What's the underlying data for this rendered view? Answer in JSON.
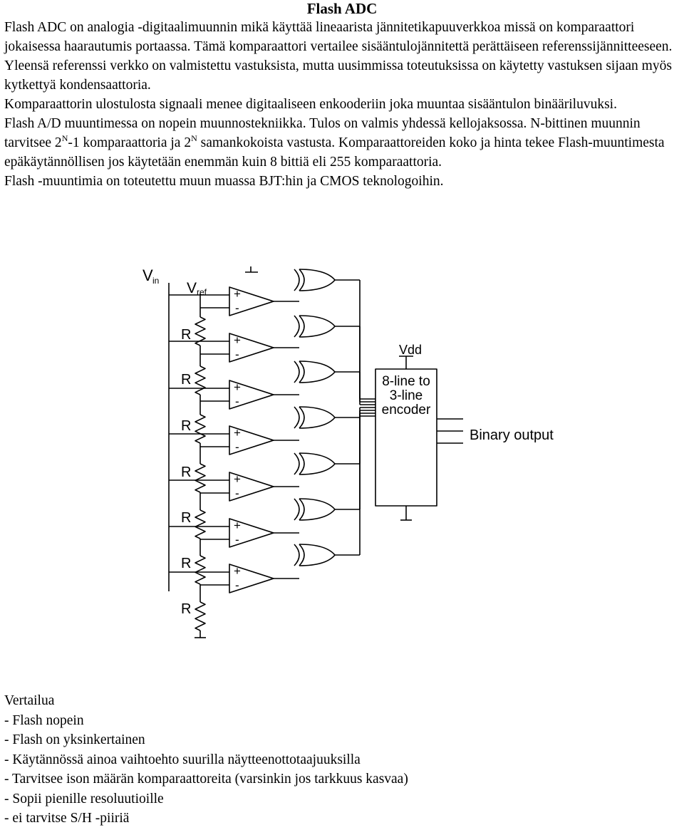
{
  "title": "Flash ADC",
  "intro": {
    "p1": "Flash ADC on analogia -digitaalimuunnin mikä käyttää lineaarista jännitetikapuuverkkoa missä on komparaattori jokaisessa haarautumis portaassa. Tämä komparaattori vertailee sisääntulojännitettä perättäiseen referenssijännitteeseen. Yleensä referenssi verkko on valmistettu vastuksista, mutta uusimmissa toteutuksissa on käytetty vastuksen sijaan myös kytkettyä kondensaattoria.",
    "p2": "Komparaattorin ulostulosta signaali menee digitaaliseen enkooderiin joka muuntaa sisääntulon binääriluvuksi.",
    "p3_a": "Flash A/D muuntimessa on nopein muunnostekniikka. Tulos on valmis yhdessä kellojaksossa. N-bittinen muunnin tarvitsee 2",
    "p3_sup1": "N",
    "p3_b": "-1 komparaattoria ja 2",
    "p3_sup2": "N",
    "p3_c": " samankokoista vastusta. Komparaattoreiden koko ja hinta tekee Flash-muuntimesta epäkäytännöllisen jos käytetään enemmän kuin 8 bittiä eli 255 komparaattoria.",
    "p4": "Flash -muuntimia on toteutettu muun muassa BJT:hin ja CMOS teknologoihin."
  },
  "diagram": {
    "vin": "V",
    "vin_sub": "in",
    "vref": "V",
    "vref_sub": "ref",
    "resistor_label": "R",
    "plus": "+",
    "minus": "-",
    "vdd": "Vdd",
    "encoder_line1": "8-line to",
    "encoder_line2": "3-line",
    "encoder_line3": "encoder",
    "binary_output": "Binary output"
  },
  "comparison": {
    "heading": "Vertailua",
    "items": [
      "- Flash nopein",
      "- Flash on yksinkertainen",
      "- Käytännössä ainoa vaihtoehto suurilla näytteenottotaajuuksilla",
      "- Tarvitsee ison määrän komparaattoreita (varsinkin jos tarkkuus kasvaa)",
      "- Sopii pienille resoluutioille",
      "- ei tarvitse S/H -piiriä"
    ]
  }
}
